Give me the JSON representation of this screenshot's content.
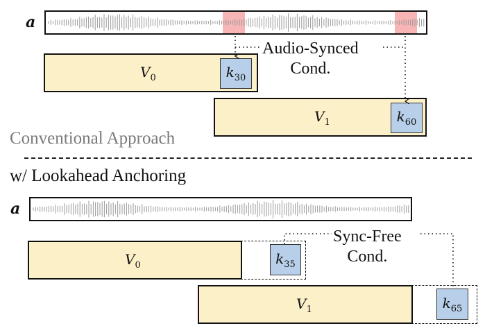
{
  "conventional": {
    "title": "Conventional Approach",
    "audio_label": "a",
    "videos": [
      {
        "name": "V",
        "sub": "0",
        "key": "k",
        "key_sub": "30"
      },
      {
        "name": "V",
        "sub": "1",
        "key": "k",
        "key_sub": "60"
      }
    ],
    "cond_label_line1": "Audio-Synced",
    "cond_label_line2": "Cond."
  },
  "lookahead": {
    "title": "w/ Lookahead Anchoring",
    "audio_label": "a",
    "videos": [
      {
        "name": "V",
        "sub": "0",
        "key": "k",
        "key_sub": "35"
      },
      {
        "name": "V",
        "sub": "1",
        "key": "k",
        "key_sub": "65"
      }
    ],
    "cond_label_line1": "Sync-Free",
    "cond_label_line2": "Cond."
  },
  "colors": {
    "video_fill": "#fcf0c9",
    "key_fill": "#b7cfe8",
    "highlight": "#f7b5b5",
    "waveform": "#9a9a9a",
    "conventional_title": "#7a7a7a",
    "lookahead_title": "#111111"
  }
}
